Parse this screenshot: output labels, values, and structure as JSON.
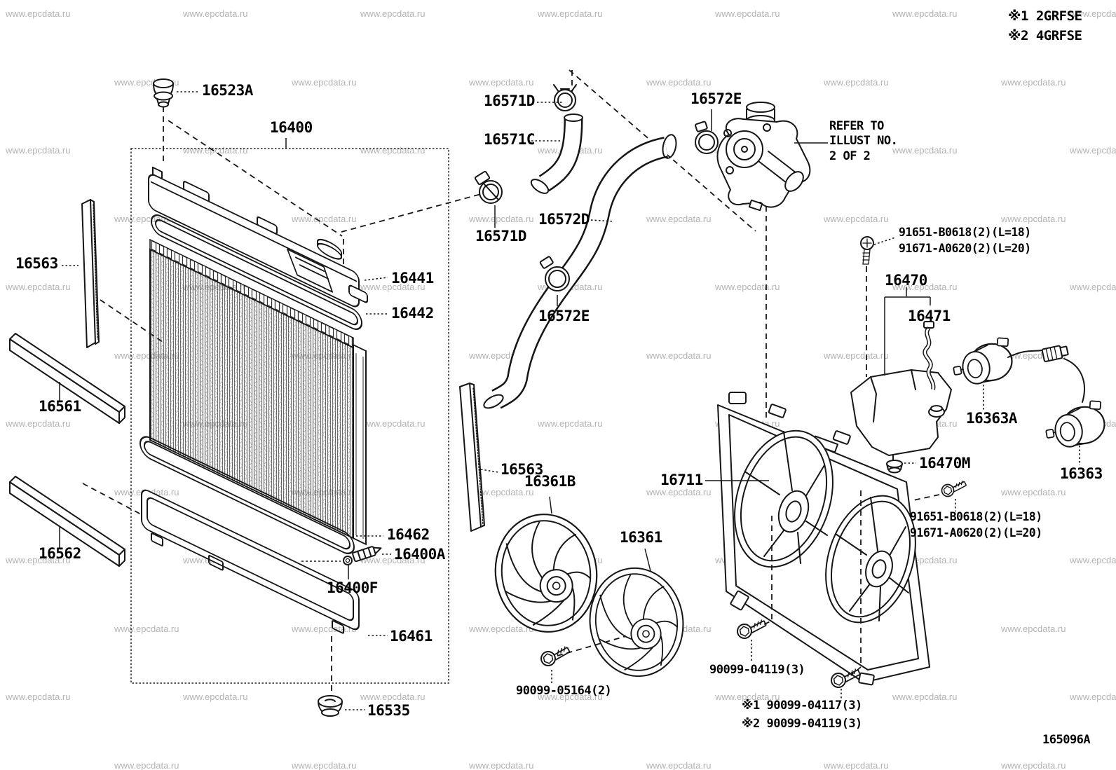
{
  "watermark_text": "www.epcdata.ru",
  "figure_code": "165096A",
  "corner_notes": {
    "note1": "※1 2GRFSE",
    "note2": "※2 4GRFSE"
  },
  "refer_note": {
    "line1": "REFER TO",
    "line2": "ILLUST NO.",
    "line3": "2 OF 2"
  },
  "parts": {
    "cap_16523A": "16523A",
    "radiator_16400": "16400",
    "clamp_16571D_upper": "16571D",
    "hose_16571C": "16571C",
    "clamp_16572E_upper": "16572E",
    "hose_16572D": "16572D",
    "clamp_16571D_lower": "16571D",
    "screw_91651_upper": "91651-B0618(2)(L=18)",
    "screw_91671_upper": "91671-A0620(2)(L=20)",
    "reserve_tank_16470": "16470",
    "hose_16471": "16471",
    "seal_16563_left": "16563",
    "pipe_16441": "16441",
    "gasket_16442": "16442",
    "clamp_16572E_lower": "16572E",
    "seal_16561": "16561",
    "motor_16363A": "16363A",
    "cap_16470M": "16470M",
    "motor_16363": "16363",
    "seal_16563_right": "16563",
    "fan_16361B": "16361B",
    "shroud_16711": "16711",
    "gasket_16462": "16462",
    "cock_16400A": "16400A",
    "oring_16400F": "16400F",
    "seal_16562": "16562",
    "fan_16361": "16361",
    "screw_91651_lower": "91651-B0618(2)(L=18)",
    "screw_91671_lower": "91671-A0620(2)(L=20)",
    "tank_16461": "16461",
    "bolt_90099_04119": "90099-04119(3)",
    "bolt_90099_05164": "90099-05164(2)",
    "plug_16535": "16535",
    "bolt_note_1": "※1 90099-04117(3)",
    "bolt_note_2": "※2 90099-04119(3)"
  }
}
